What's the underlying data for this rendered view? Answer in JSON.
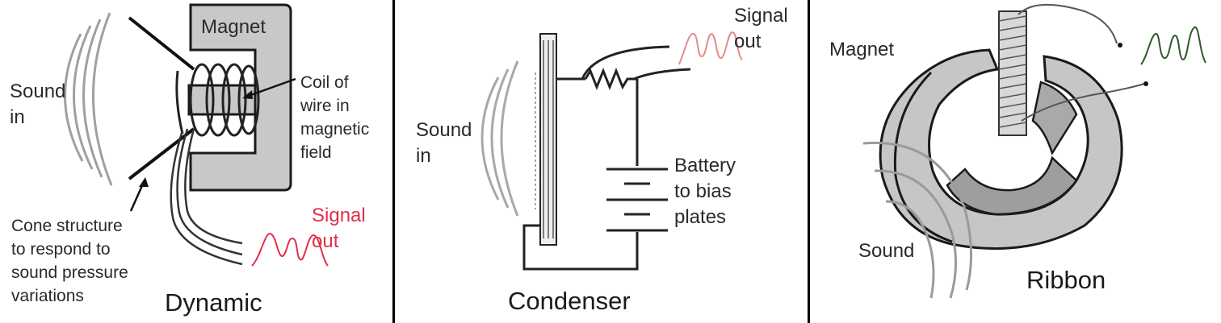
{
  "dynamic": {
    "title": "Dynamic",
    "magnet": "Magnet",
    "sound_in": "Sound\nin",
    "coil": "Coil of\nwire in\nmagnetic\nfield",
    "cone": "Cone structure\nto respond to\nsound pressure\nvariations",
    "signal_out": "Signal\nout"
  },
  "condenser": {
    "title": "Condenser",
    "sound_in": "Sound\nin",
    "signal_out": "Signal\nout",
    "battery": "Battery\nto bias\nplates"
  },
  "ribbon": {
    "title": "Ribbon",
    "magnet": "Magnet",
    "sound": "Sound"
  },
  "colors": {
    "signal_red": "#e0304a",
    "signal_green": "#2f5a2a",
    "magnet_gray": "#c8c8c8"
  }
}
